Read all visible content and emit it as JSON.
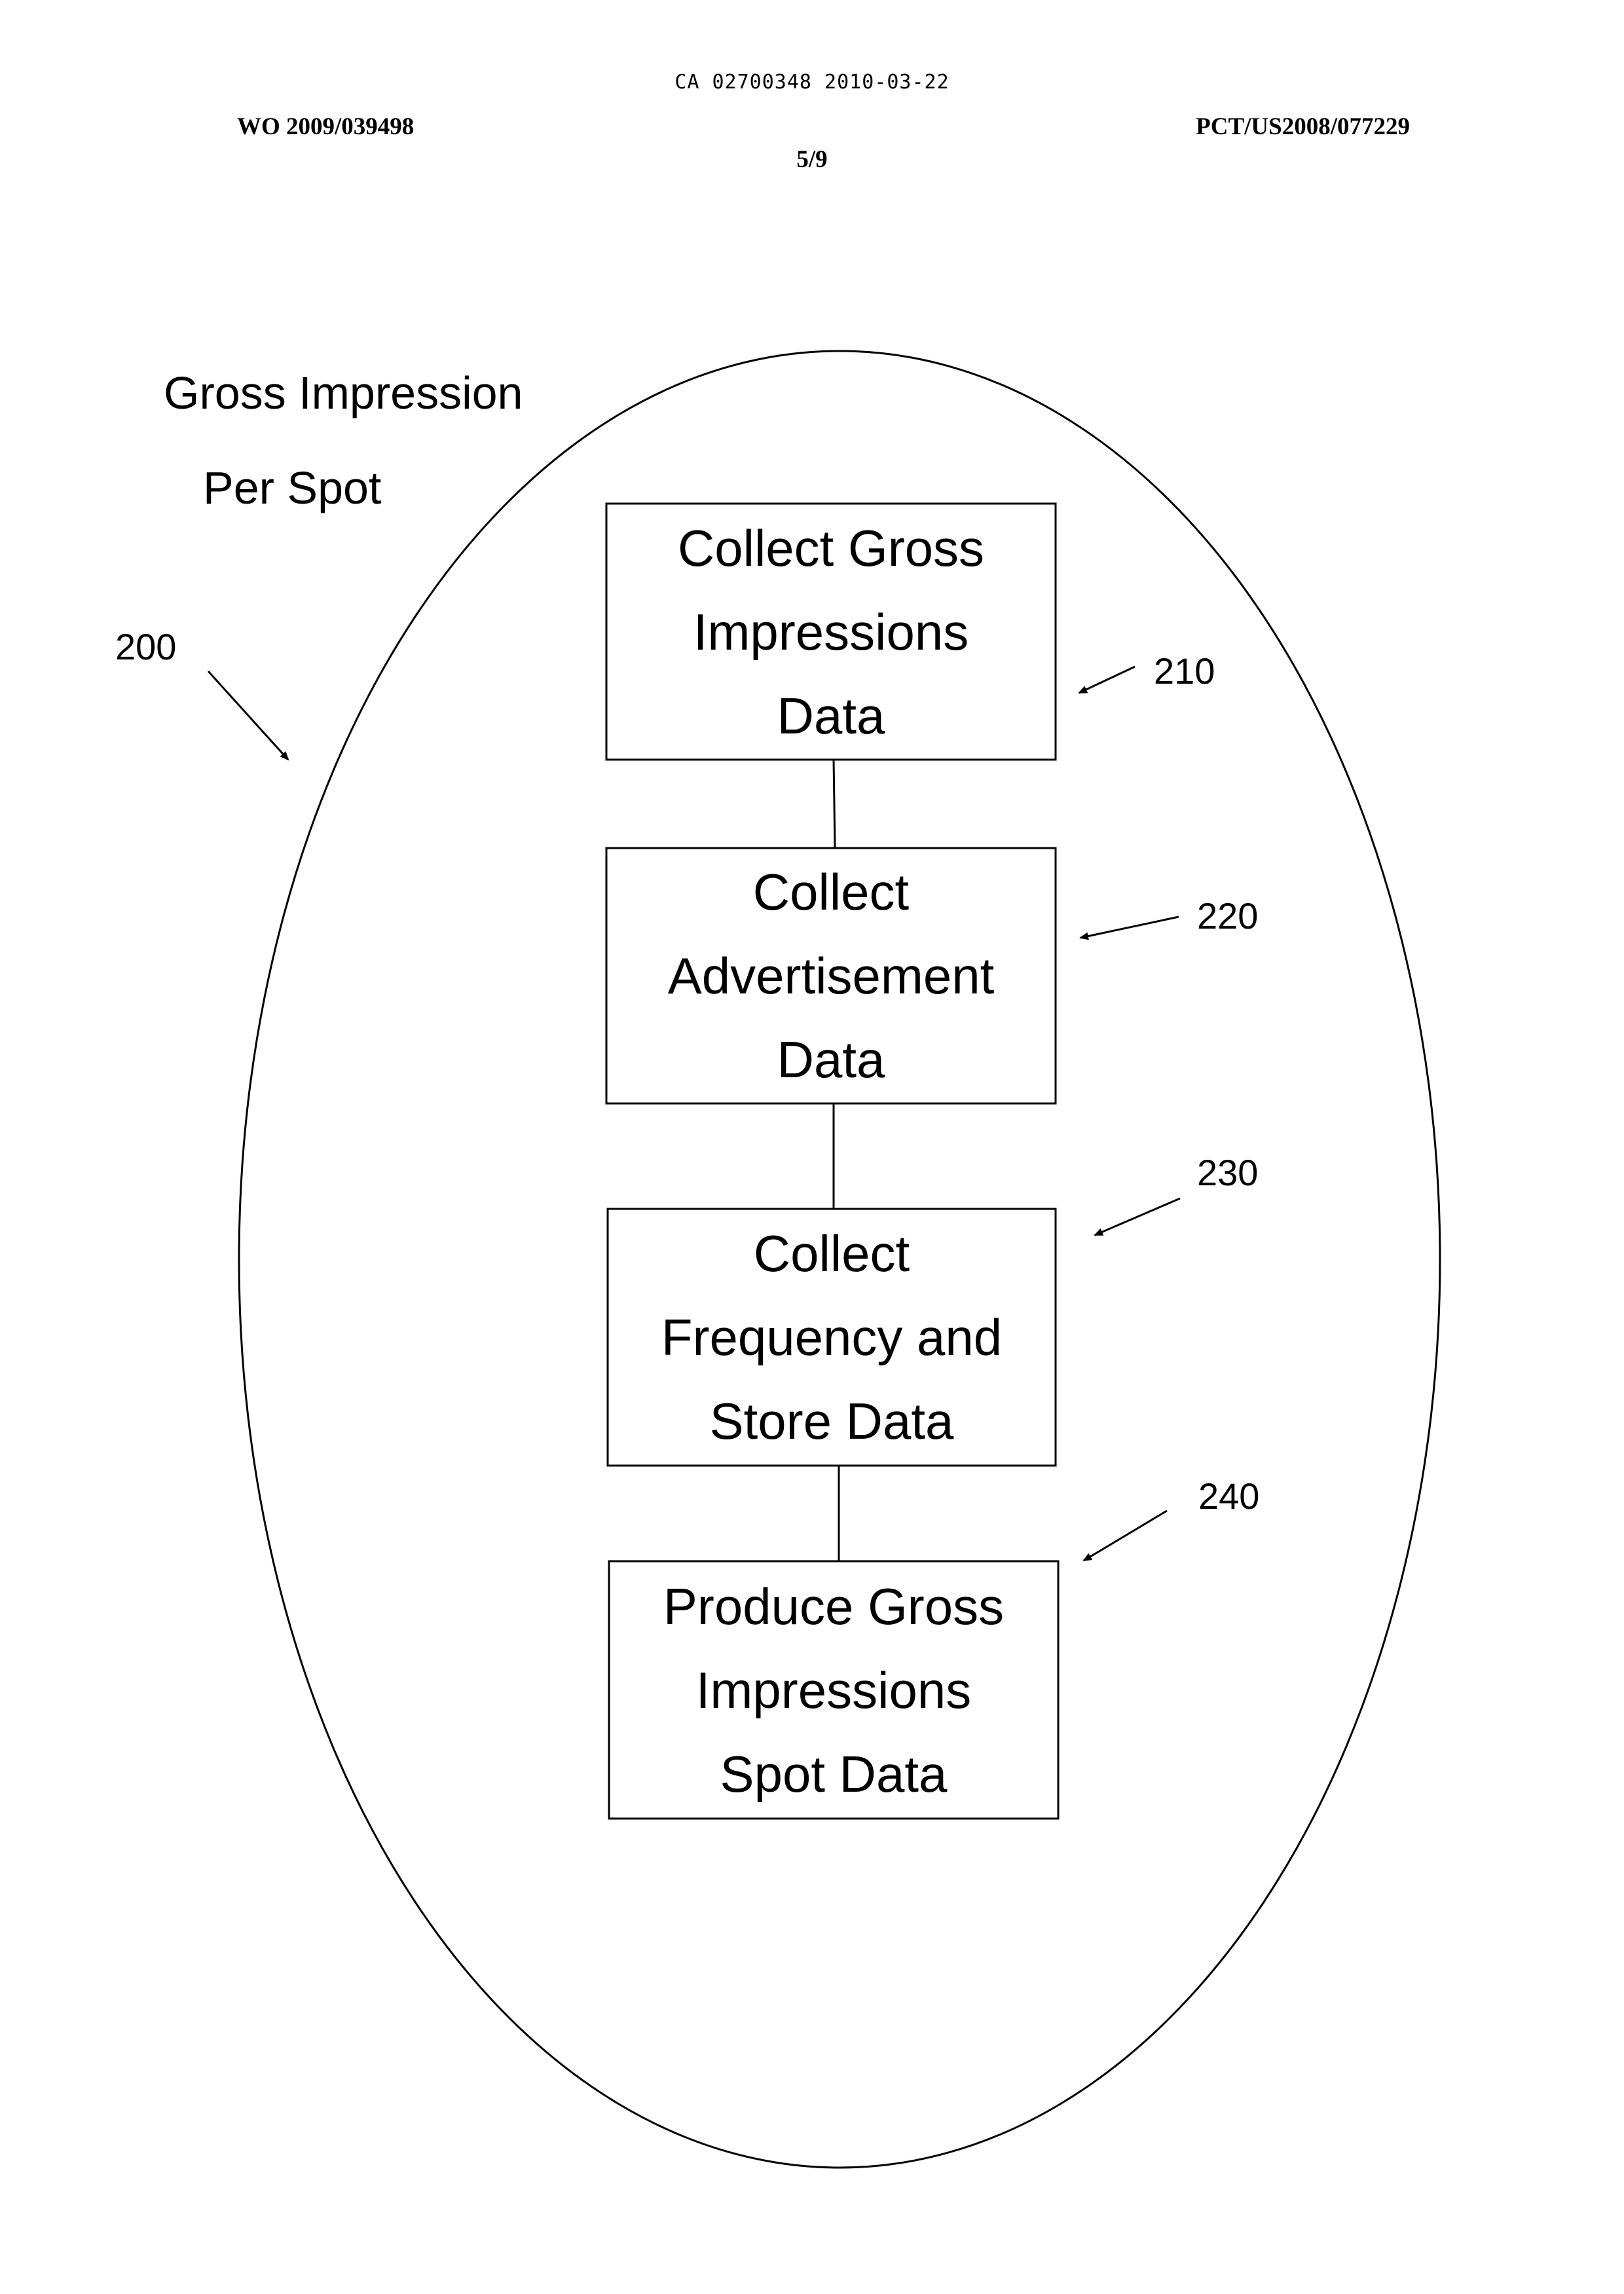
{
  "header": {
    "doc_id": "CA 02700348 2010-03-22",
    "publication_no": "WO 2009/039498",
    "application_no": "PCT/US2008/077229",
    "sheet": "5/9"
  },
  "figure": {
    "title_line1": "Gross Impression",
    "title_line2": "Per Spot",
    "ref_main": "200",
    "steps": [
      {
        "ref": "210",
        "lines": [
          "Collect Gross",
          "Impressions",
          "Data"
        ]
      },
      {
        "ref": "220",
        "lines": [
          "Collect",
          "Advertisement",
          "Data"
        ]
      },
      {
        "ref": "230",
        "lines": [
          "Collect",
          "Frequency and",
          "Store Data"
        ]
      },
      {
        "ref": "240",
        "lines": [
          "Produce Gross",
          "Impressions",
          "Spot Data"
        ]
      }
    ]
  }
}
